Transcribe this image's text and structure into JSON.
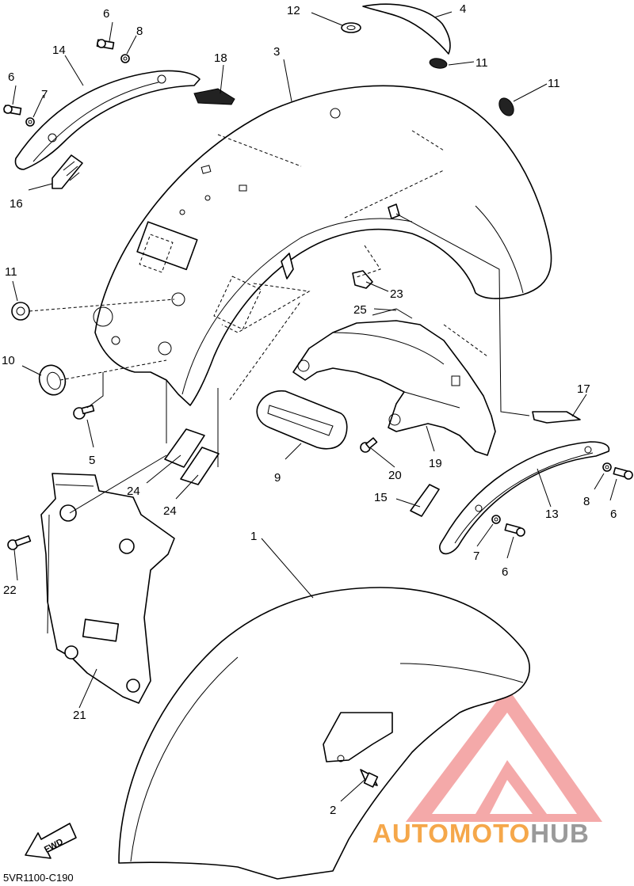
{
  "diagram": {
    "code": "5VR1100-C190",
    "fwd_label": "FWD",
    "watermark": {
      "word_a": "AUTO",
      "word_b": "MOTO",
      "word_c": "HUB",
      "color_a": "#f5a74a",
      "color_b": "#f5a74a",
      "color_c": "#9a9a9a",
      "logo_color": "#f29a9a"
    },
    "callouts": [
      {
        "id": "c1",
        "label": "1"
      },
      {
        "id": "c2",
        "label": "2"
      },
      {
        "id": "c3",
        "label": "3"
      },
      {
        "id": "c4",
        "label": "4"
      },
      {
        "id": "c5",
        "label": "5"
      },
      {
        "id": "c6a",
        "label": "6"
      },
      {
        "id": "c6b",
        "label": "6"
      },
      {
        "id": "c6c",
        "label": "6"
      },
      {
        "id": "c6d",
        "label": "6"
      },
      {
        "id": "c7a",
        "label": "7"
      },
      {
        "id": "c7b",
        "label": "7"
      },
      {
        "id": "c8a",
        "label": "8"
      },
      {
        "id": "c8b",
        "label": "8"
      },
      {
        "id": "c9",
        "label": "9"
      },
      {
        "id": "c10",
        "label": "10"
      },
      {
        "id": "c11a",
        "label": "11"
      },
      {
        "id": "c11b",
        "label": "11"
      },
      {
        "id": "c11c",
        "label": "11"
      },
      {
        "id": "c12",
        "label": "12"
      },
      {
        "id": "c13",
        "label": "13"
      },
      {
        "id": "c14",
        "label": "14"
      },
      {
        "id": "c15",
        "label": "15"
      },
      {
        "id": "c16",
        "label": "16"
      },
      {
        "id": "c17",
        "label": "17"
      },
      {
        "id": "c18",
        "label": "18"
      },
      {
        "id": "c19",
        "label": "19"
      },
      {
        "id": "c20",
        "label": "20"
      },
      {
        "id": "c21",
        "label": "21"
      },
      {
        "id": "c22",
        "label": "22"
      },
      {
        "id": "c23",
        "label": "23"
      },
      {
        "id": "c24a",
        "label": "24"
      },
      {
        "id": "c24b",
        "label": "24"
      },
      {
        "id": "c25",
        "label": "25"
      }
    ]
  }
}
